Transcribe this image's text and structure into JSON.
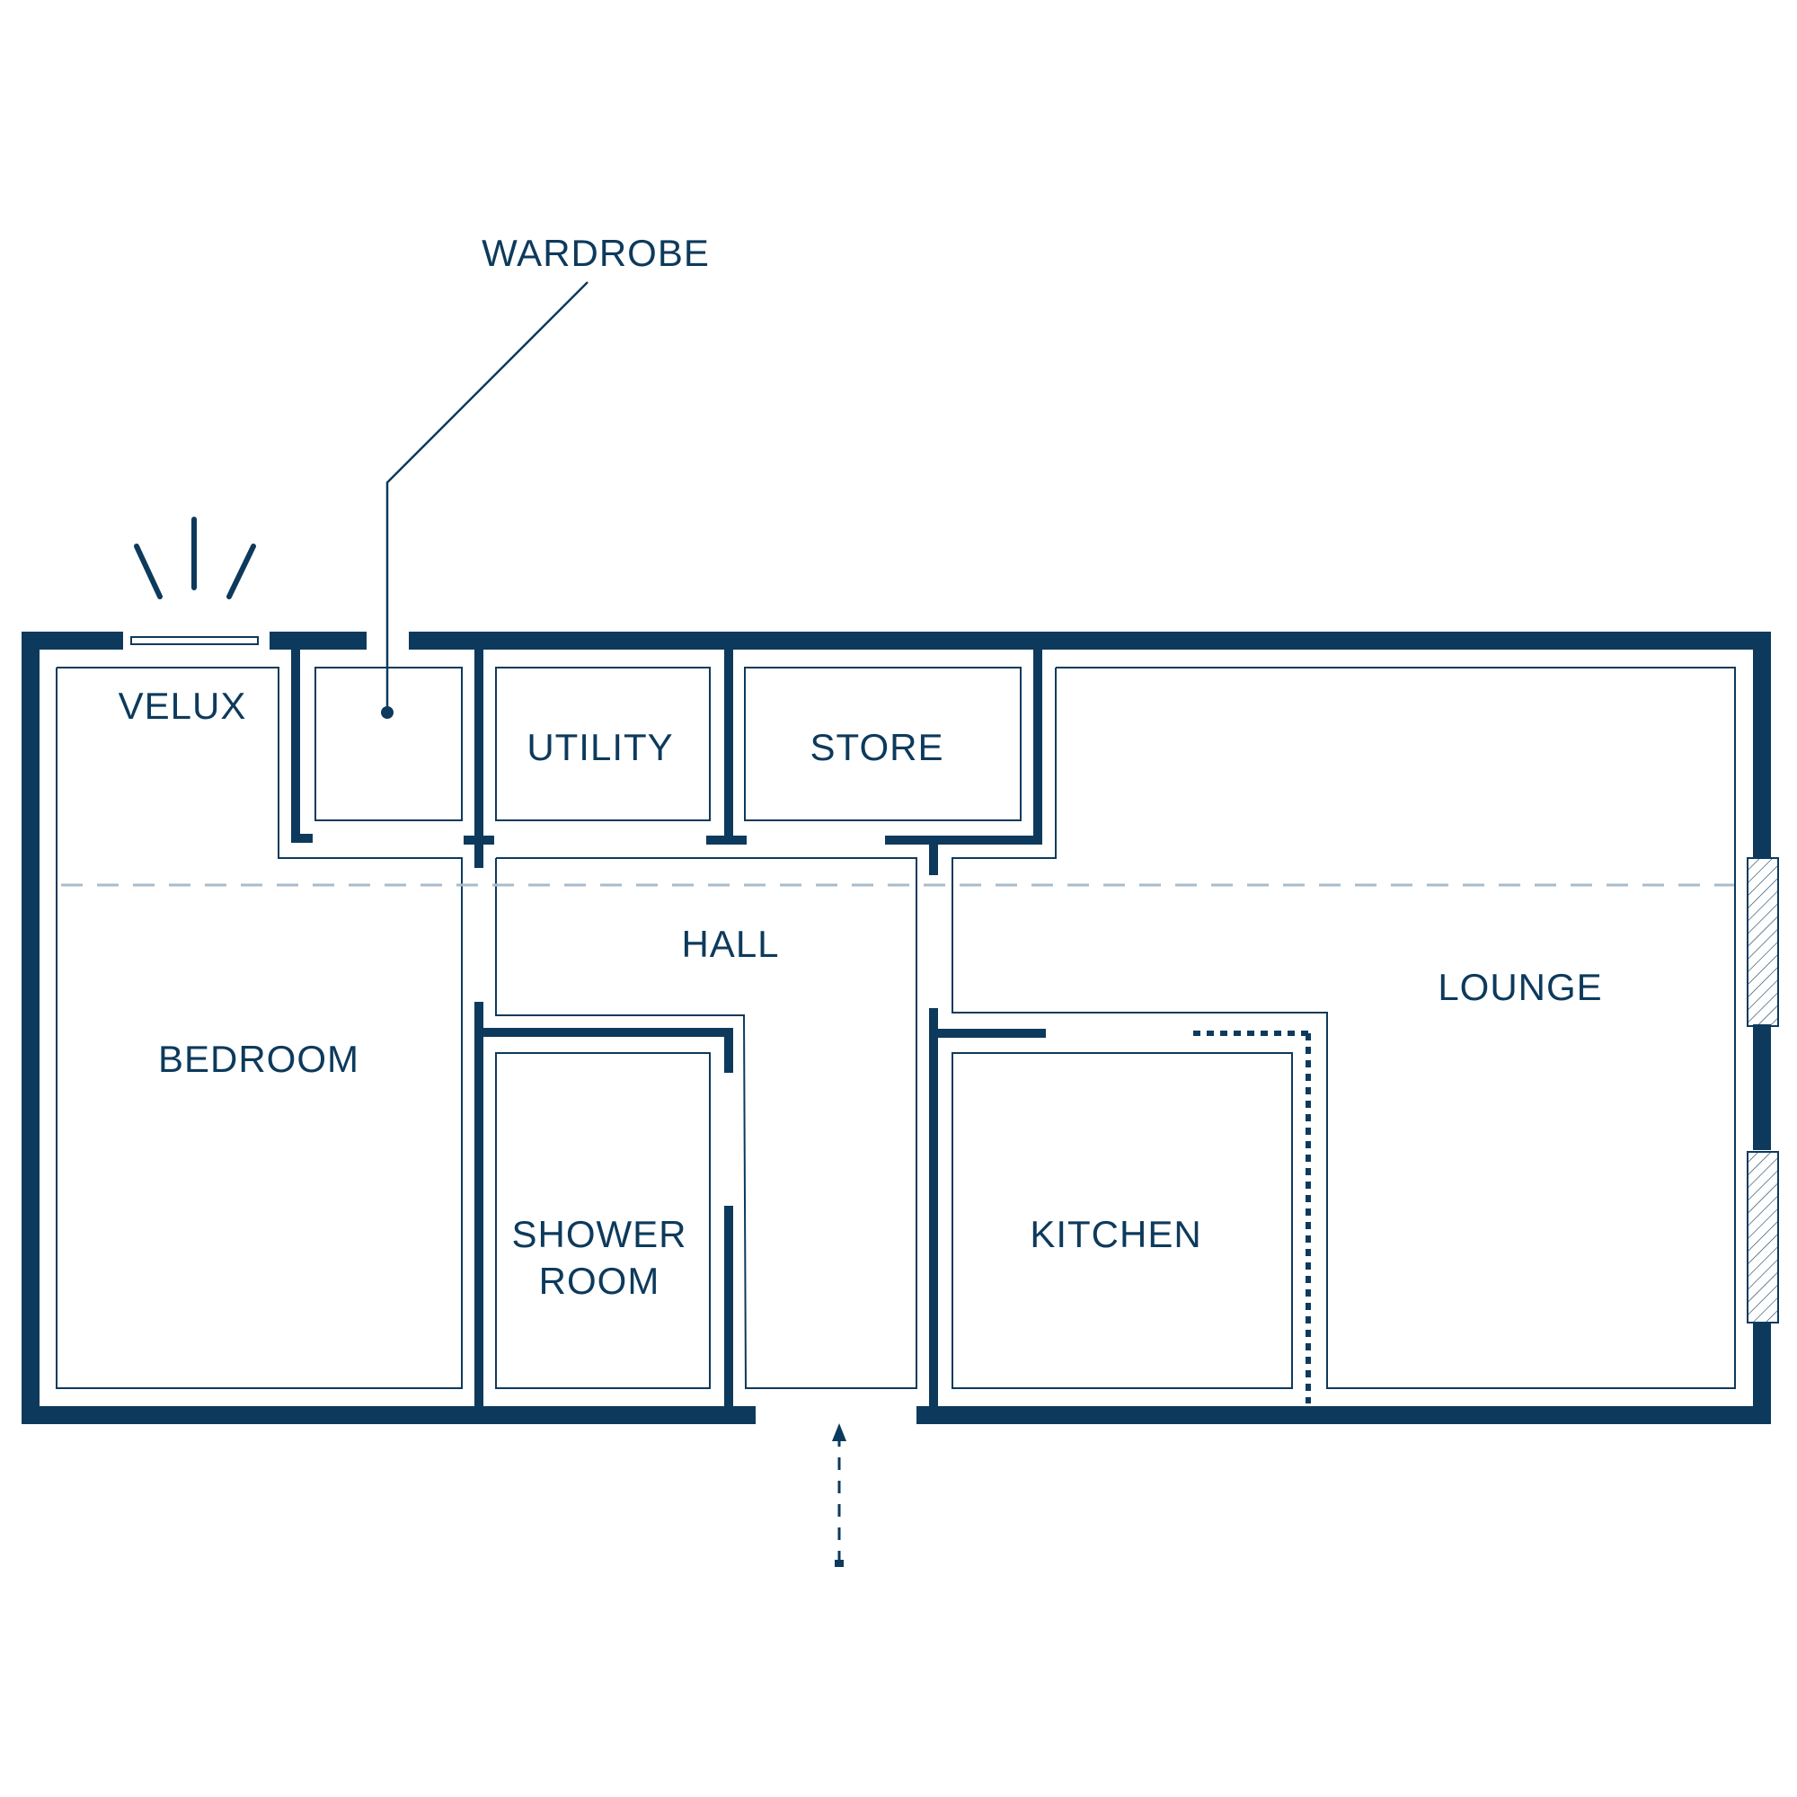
{
  "plan": {
    "colors": {
      "wall": "#0d3a5c",
      "slope_line": "#a9bccb",
      "background": "#ffffff"
    },
    "labels": {
      "wardrobe": "WARDROBE",
      "velux": "VELUX",
      "utility": "UTILITY",
      "store": "STORE",
      "hall": "HALL",
      "lounge": "LOUNGE",
      "bedroom": "BEDROOM",
      "shower_line1": "SHOWER",
      "shower_line2": "ROOM",
      "kitchen": "KITCHEN"
    },
    "icons": {
      "skylight": "velux-light-rays-icon",
      "entrance": "entrance-arrow-icon",
      "window": "hatched-window-icon"
    }
  }
}
